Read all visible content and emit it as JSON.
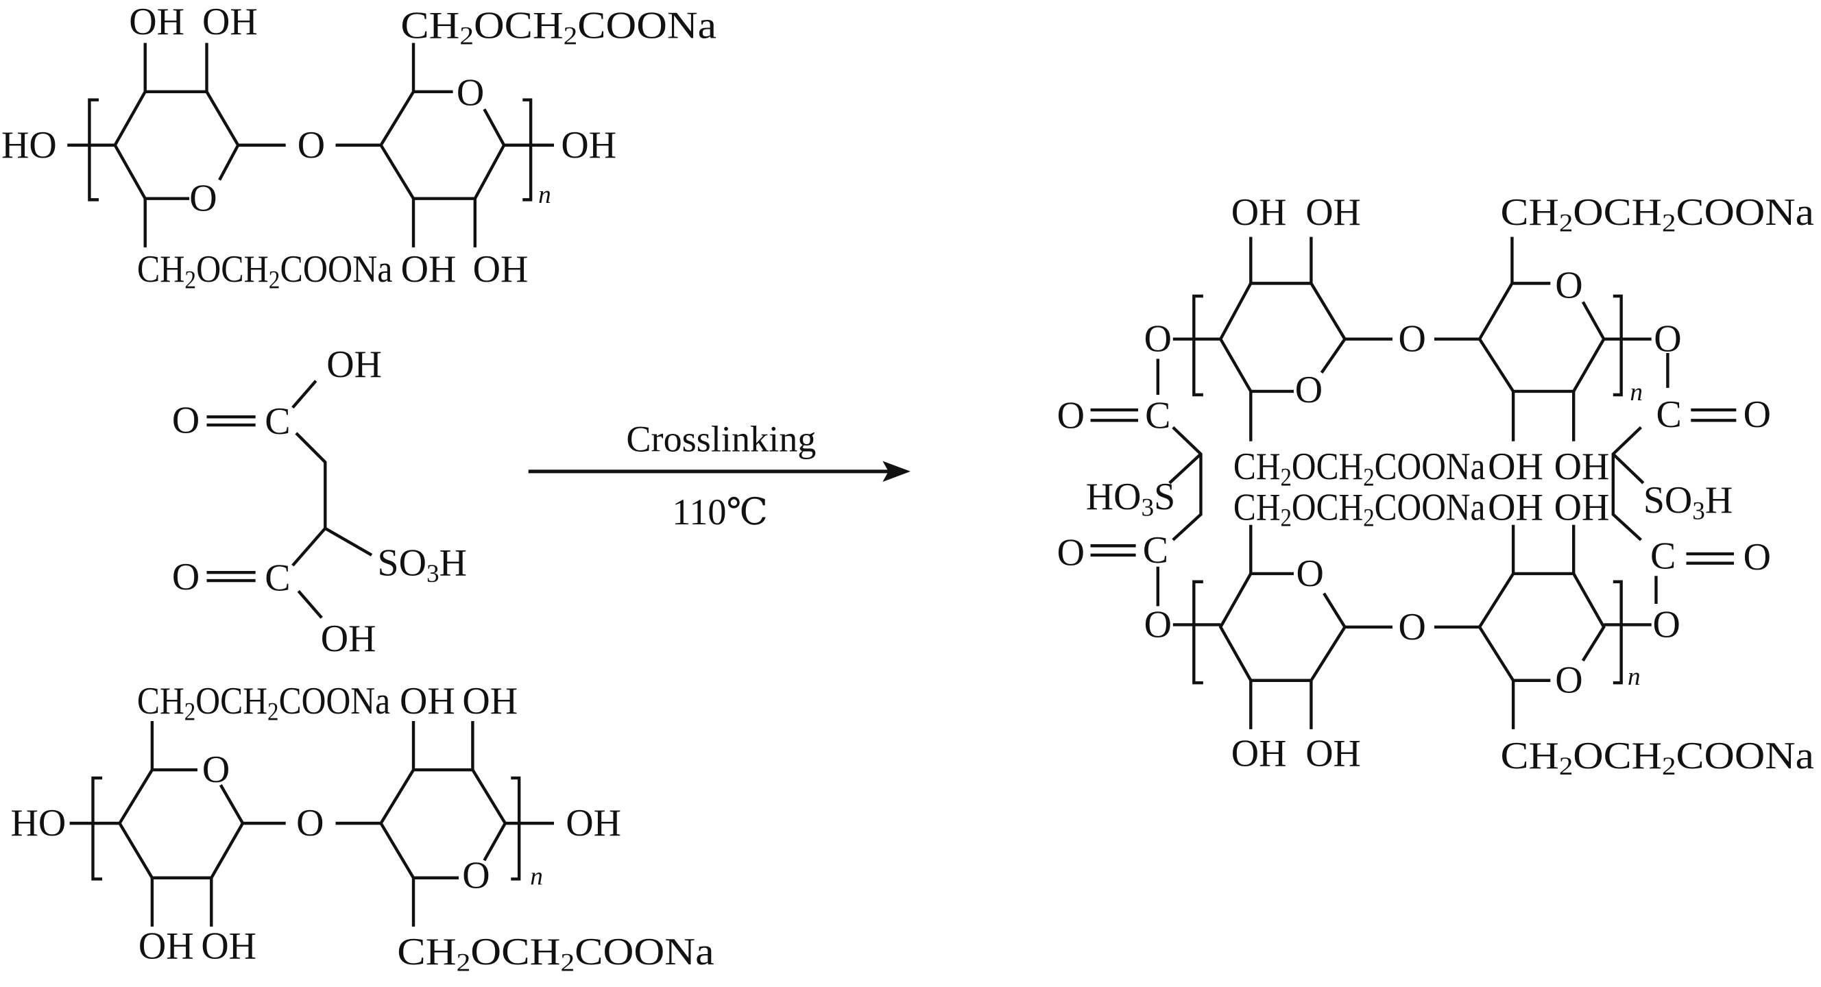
{
  "reactant_polymer_top": {
    "top_oh_1": "OH",
    "top_oh_2": "OH",
    "top_side_chain": "CH2OCH2COONa",
    "left_end": "HO",
    "ring_oxygen_1": "O",
    "glycosidic_oxygen": "O",
    "ring_oxygen_2": "O",
    "right_end": "OH",
    "repeat": "n",
    "bottom_side_chain": "CH2OCH2COONa",
    "bottom_oh_1": "OH",
    "bottom_oh_2": "OH"
  },
  "crosslinker": {
    "oh_top": "OH",
    "carbonyl_o_top": "O",
    "carbon_top": "C",
    "sulfonic": "SO3H",
    "carbon_bottom": "C",
    "carbonyl_o_bottom": "O",
    "oh_bottom": "OH"
  },
  "reaction": {
    "reagent_label": "Crosslinking",
    "condition": "110℃"
  },
  "reactant_polymer_bottom": {
    "top_side_chain": "CH2OCH2COONa",
    "top_oh_1": "OH",
    "top_oh_2": "OH",
    "ring_oxygen_1": "O",
    "left_end": "HO",
    "glycosidic_oxygen": "O",
    "right_end": "OH",
    "ring_oxygen_2": "O",
    "repeat": "n",
    "bottom_oh_1": "OH",
    "bottom_oh_2": "OH",
    "bottom_side_chain": "CH2OCH2COONa"
  },
  "product": {
    "top_oh_1": "OH",
    "top_oh_2": "OH",
    "top_side_chain": "CH2OCH2COONa",
    "left_ester_o_top": "O",
    "left_carbonyl_o_top": "O",
    "left_carbon_top": "C",
    "left_sulfonic": "HO3S",
    "left_carbon_bottom": "C",
    "left_carbonyl_o_bottom": "O",
    "left_ester_o_bottom": "O",
    "ring_oxygen_1": "O",
    "glycosidic_oxygen_top": "O",
    "ring_oxygen_2": "O",
    "right_ester_o_top": "O",
    "repeat_top": "n",
    "right_carbon_top": "C",
    "right_carbonyl_o_top": "O",
    "right_sulfonic": "SO3H",
    "right_carbon_bottom": "C",
    "right_carbonyl_o_bottom": "O",
    "right_ester_o_bottom": "O",
    "repeat_bottom": "n",
    "inner_row_1": {
      "side_chain": "CH2OCH2COONa",
      "oh_1": "OH",
      "oh_2": "OH"
    },
    "inner_row_2": {
      "side_chain": "CH2OCH2COONa",
      "oh_1": "OH",
      "oh_2": "OH"
    },
    "ring_oxygen_3": "O",
    "glycosidic_oxygen_bottom": "O",
    "ring_oxygen_4": "O",
    "bottom_oh_1": "OH",
    "bottom_oh_2": "OH",
    "bottom_side_chain": "CH2OCH2COONa"
  }
}
